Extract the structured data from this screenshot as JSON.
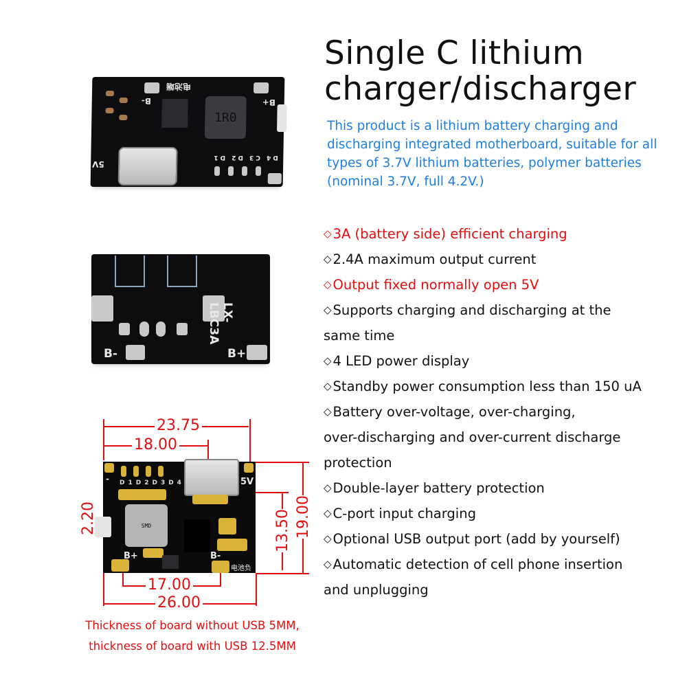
{
  "header": {
    "title_line1": "Single C lithium",
    "title_line2": "charger/discharger",
    "intro": "This product is a lithium battery charging and discharging integrated motherboard, suitable for all types of 3.7V lithium batteries, polymer batteries (nominal 3.7V, full 4.2V.)"
  },
  "colors": {
    "title": "#111111",
    "intro": "#1e7fe0",
    "highlight_red": "#e01010",
    "pcb": "#0d0d0f"
  },
  "features": {
    "bullet_icon": "◇",
    "items": [
      {
        "text": "3A (battery side) efficient charging",
        "highlight": true
      },
      {
        "text": "2.4A maximum output current",
        "highlight": false
      },
      {
        "text": "Output fixed normally open 5V",
        "highlight": true
      },
      {
        "text": "Supports charging and discharging at the",
        "highlight": false
      },
      {
        "text": "same time",
        "highlight": false,
        "continuation": true
      },
      {
        "text": "4 LED power display",
        "highlight": false
      },
      {
        "text": "Standby power consumption less than 150 uA",
        "highlight": false
      },
      {
        "text": "Battery over-voltage, over-charging,",
        "highlight": false
      },
      {
        "text": "over-discharging and over-current discharge",
        "highlight": false,
        "continuation": true
      },
      {
        "text": "protection",
        "highlight": false,
        "continuation": true
      },
      {
        "text": "Double-layer battery protection",
        "highlight": false
      },
      {
        "text": "C-port input charging",
        "highlight": false
      },
      {
        "text": "Optional USB output port (add by yourself)",
        "highlight": false
      },
      {
        "text": "Automatic detection of cell phone insertion",
        "highlight": false
      },
      {
        "text": "and unplugging",
        "highlight": false,
        "continuation": true
      }
    ]
  },
  "photo_front": {
    "inductor_label": "1R0",
    "silk_battery_cn": "电池端",
    "silk_bminus": "B-",
    "silk_bplus": "B+",
    "silk_5v": "5V",
    "led_labels": [
      "D4",
      "C3",
      "D2",
      "D1"
    ]
  },
  "photo_back": {
    "model": "LX-LBC3A",
    "label_bminus": "B-",
    "label_bplus": "B+"
  },
  "dimension_diagram": {
    "unit": "mm",
    "width_top": "23.75",
    "width_inner_top": "18.00",
    "height_notch": "2.20",
    "height_inner": "13.50",
    "height_total": "19.00",
    "width_pads": "17.00",
    "width_total": "26.00",
    "board_labels": {
      "minus": "-",
      "five_v": "5V",
      "leds": [
        "D1",
        "D2",
        "D3",
        "D4"
      ],
      "inductor": "SMD",
      "bplus": "B+",
      "bminus": "B-",
      "cn_label": "电池负"
    },
    "thickness_note_line1": "Thickness of board without USB 5MM,",
    "thickness_note_line2": "thickness of board with USB 12.5MM"
  }
}
